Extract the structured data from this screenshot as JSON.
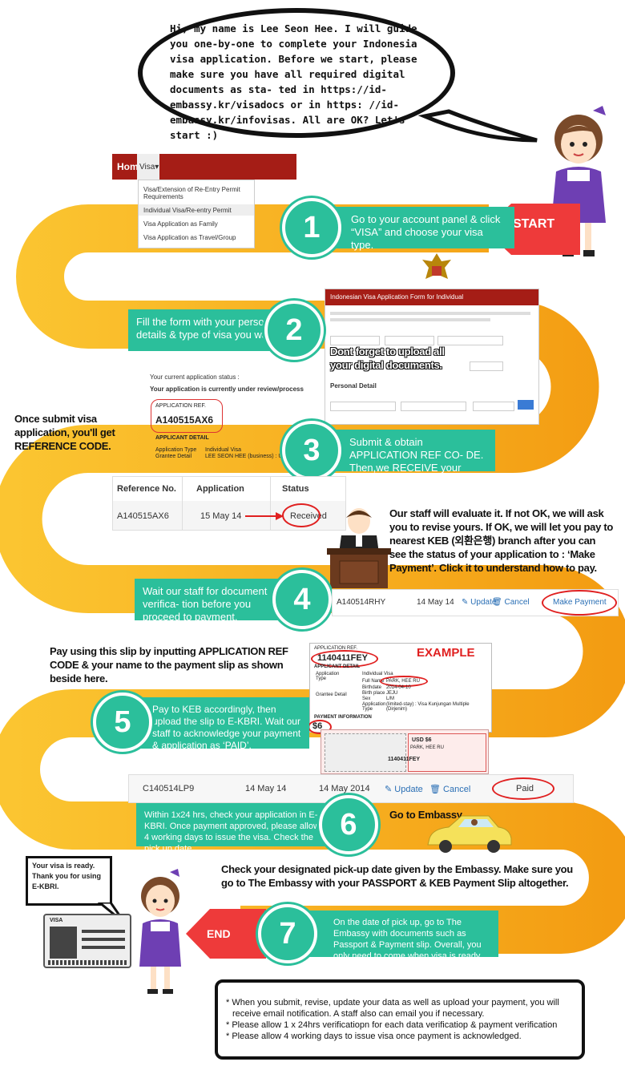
{
  "bubble": {
    "intro": "Hi, my name is Lee Seon Hee. I will guide you one-by-one to complete your Indonesia visa application. Before we start, please make sure you have all required digital documents as sta- ted in https://id-embassy.kr/visadocs or in https: //id-embassy.kr/infovisas. All are OK? Let's start :)"
  },
  "start_label": "START",
  "end_label": "END",
  "menu": {
    "home": "Home",
    "visa": "Visa▾",
    "items": [
      "Visa/Extension of Re-Entry Permit Requirements",
      "Individual Visa/Re-entry Permit",
      "Visa Application as Family",
      "Visa Application as Travel/Group"
    ]
  },
  "steps": [
    {
      "num": "1",
      "text": "Go to  your account panel & click “VISA” and choose your visa type."
    },
    {
      "num": "2",
      "text": "Fill the form with your personal details &  type of visa you want."
    },
    {
      "num": "3",
      "text": "Submit & obtain APPLICATION REF CO- DE. Then,we RECEIVE your application."
    },
    {
      "num": "4",
      "text": "Wait our staff  for document verifica- tion before you proceed to payment."
    },
    {
      "num": "5",
      "text": "Pay to KEB accordingly, then upload the slip to E-KBRI. Wait our staff to acknowledge your payment  & application as ‘PAID’."
    },
    {
      "num": "6",
      "text": "Within 1x24 hrs, check your application in E-KBRI. Once payment approved, please allow 4 working days to issue the visa. Check the pick up date."
    },
    {
      "num": "7",
      "text": "On the date of pick up, go to The Embassy with documents  such as Passport & Payment slip. Overall, you only need to come when visa is ready."
    }
  ],
  "form": {
    "title": "Indonesian Visa Application Form for Individual",
    "section": "Personal Detail",
    "upload_note": "Dont forget to upload all your digital documents."
  },
  "refbox": {
    "status_line": "Your current application status :",
    "review_line": "Your application is currently under review/process",
    "ref_label": "APPLICATION REF.",
    "ref_code": "A140515AX6",
    "detail_label": "APPLICANT DETAIL",
    "type_label": "Application Type",
    "type_value": "Individual Visa",
    "grantee_label": "Grantee Detail",
    "grantee_value": "LEE SEON HEE (business) : Under Review"
  },
  "notes": {
    "refcode": "Once submit visa application, you'll get REFERENCE CODE.",
    "evaluate": "Our staff will evaluate it.  If not OK, we will ask you to revise yours. If OK, we will let you pay to nearest KEB (외환은행) branch after you can see the status of your application to : ‘Make Payment’. Click it to understand how to pay.",
    "payslip": "Pay using this slip by inputting APPLICATION REF CODE & your name to the payment slip as shown beside here.",
    "embassy": "Go to Embassy",
    "pickup": "Check your designated pick-up date given by the Embassy. Make sure you go to The Embassy  with your PASSPORT & KEB Payment Slip altogether.",
    "visa_ready": "Your visa is ready. Thank you for using E-KBRI."
  },
  "status_table": {
    "headers": [
      "Reference No.",
      "Application",
      "Status"
    ],
    "row": [
      "A140515AX6",
      "15 May 14",
      "Received"
    ]
  },
  "row_pay": {
    "ref": "A140514RHY",
    "date": "14 May 14",
    "update": "Update",
    "cancel": "Cancel",
    "action": "Make Payment"
  },
  "row_paid": {
    "ref": "C140514LP9",
    "date": "14 May 14",
    "date2": "14 May 2014",
    "update": "Update",
    "cancel": "Cancel",
    "status": "Paid"
  },
  "example": {
    "label": "EXAMPLE",
    "ref_label": "APPLICATION REF.",
    "ref_code": "1140411FEY",
    "detail_label": "APPLICANT DETAIL",
    "type_label": "Application Type",
    "type_value": "Individual Visa",
    "full_name_label": "Full Name",
    "full_name": "PARK, HEE RU",
    "birthdate_label": "Birthdate",
    "birthdate": "2014-04-10",
    "birthplace_label": "Birth place",
    "birthplace": "JEJU",
    "sex_label": "Sex",
    "sex": "L/M",
    "grantee_label": "Grantee Detail",
    "app_label": "Application Type",
    "app_value": "(limited-stay) : Visa Kunjungan Multiple (Dirjenim)",
    "payment_label": "PAYMENT INFORMATION",
    "amount": "$6",
    "slip_amount": "USD $6",
    "slip_name": "PARK, HEE RU",
    "slip_code": "1140411FEY"
  },
  "card_label": "VISA",
  "footer": {
    "lines": [
      "* When you submit, revise, update your data as well as upload your payment, you will",
      "receive email notification. A staff also can email you if necessary.",
      "* Please allow 1 x 24hrs verificatiopn for each data verificatiop & payment verification",
      "* Please allow 4 working days to issue visa once payment is acknowledged."
    ]
  },
  "colors": {
    "teal": "#2bbf9b",
    "road": "#f7b21e",
    "red": "#ee3a3a",
    "maroon": "#a51d16"
  }
}
